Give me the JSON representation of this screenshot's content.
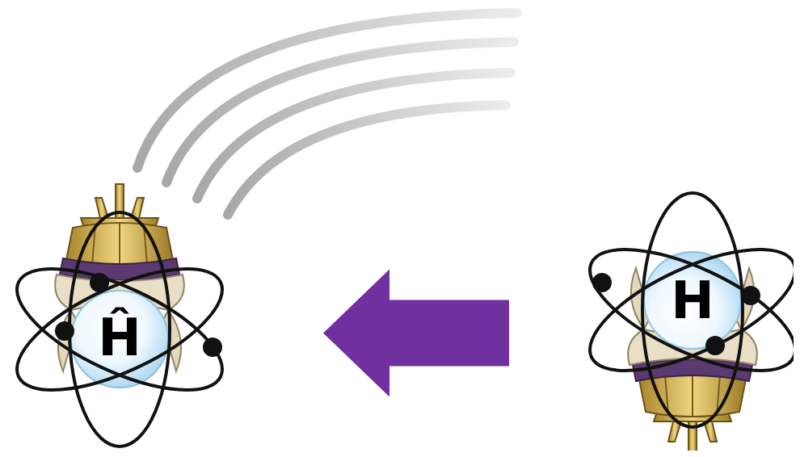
{
  "diagram": {
    "nodes": [
      {
        "text": [
          "Ĥ"
        ]
      },
      {
        "text": [
          "H"
        ]
      }
    ],
    "edges": [
      {
        "from": 1,
        "to": 0,
        "arrow": "to"
      }
    ]
  }
}
